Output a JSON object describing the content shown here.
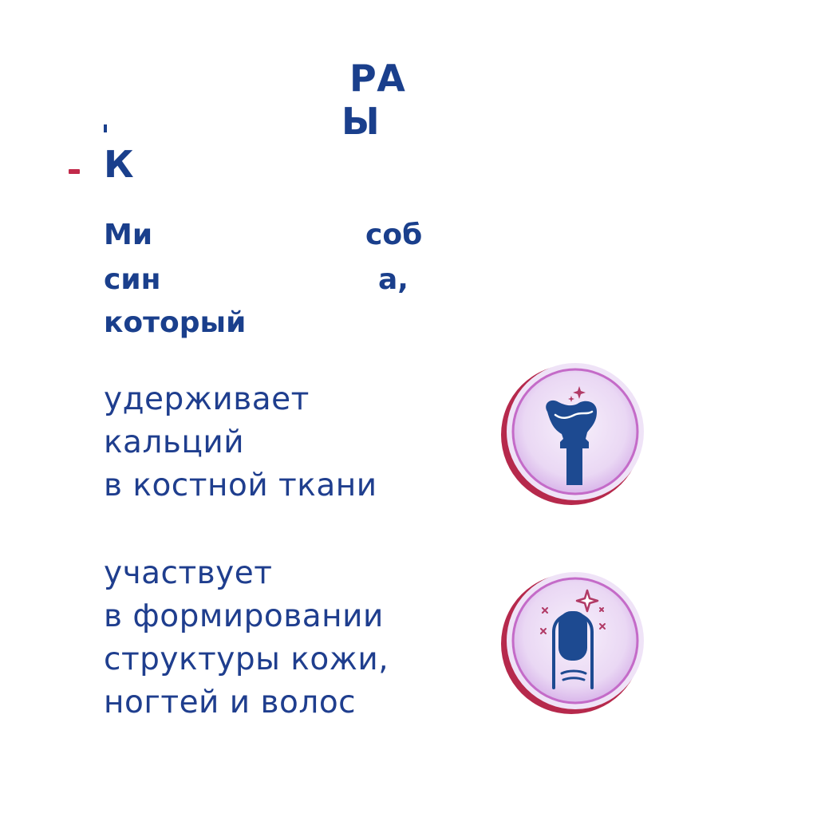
{
  "heading": {
    "line1": "РА",
    "line2": "Ы",
    "line3": "К"
  },
  "subheading": {
    "line1_left": "Ми",
    "line1_right": "соб",
    "line2_left": "син",
    "line2_right": "а,",
    "line3": "который"
  },
  "features": [
    {
      "lines": [
        "удерживает",
        "кальций",
        "в костной ткани"
      ],
      "icon": "bone-icon"
    },
    {
      "lines": [
        "участвует",
        "в формировании",
        "структуры кожи,",
        "ногтей и волос"
      ],
      "icon": "fingernail-icon"
    }
  ],
  "colors": {
    "text_primary": "#1a3f8c",
    "accent_red": "#c22a4a",
    "circle_fill": "#efe3f7",
    "circle_ring": "#c46bc8",
    "icon_blue": "#1d4a91"
  }
}
